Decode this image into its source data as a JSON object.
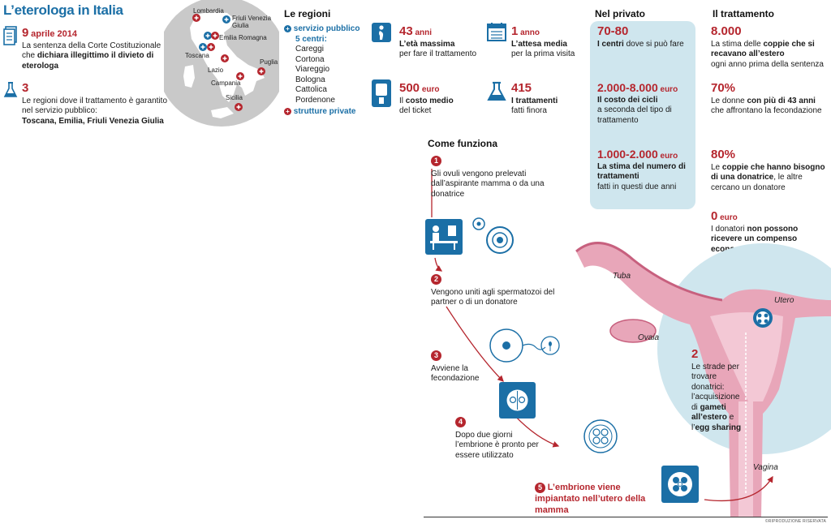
{
  "title": "L’eterologa in Italia",
  "left": {
    "date_big": "9",
    "date_rest": "aprile 2014",
    "sentence_pre": "La sentenza della Corte Costituzionale che ",
    "sentence_bold": "dichiara illegittimo il divieto di eterologa",
    "regions_num": "3",
    "regions_text": "Le regioni dove il trattamento è garantito nel servizio pubblico:",
    "regions_bold": "Toscana, Emilia, Friuli Venezia Giulia"
  },
  "map": {
    "labels": [
      "Lombardia",
      "Friuli Venezia Giulia",
      "Emilia Romagna",
      "Toscana",
      "Lazio",
      "Puglia",
      "Campania",
      "Sicilia"
    ]
  },
  "regioni": {
    "heading": "Le regioni",
    "public_label": "servizio pubblico",
    "centers_label": "5 centri:",
    "centers": [
      "Careggi",
      "Cortona",
      "Viareggio",
      "Bologna",
      "Cattolica",
      "Pordenone"
    ],
    "private_label": "strutture private"
  },
  "stats": {
    "age_num": "43",
    "age_unit": "anni",
    "age_label": "L’età massima",
    "age_text": "per fare il trattamento",
    "wait_num": "1",
    "wait_unit": "anno",
    "wait_label": "L’attesa media",
    "wait_text": "per la prima visita",
    "cost_num": "500",
    "cost_unit": "euro",
    "cost_text1": "Il ",
    "cost_bold": "costo medio",
    "cost_text2": "del ticket",
    "treat_num": "415",
    "treat_label": "I trattamenti",
    "treat_text": "fatti finora"
  },
  "privato": {
    "heading": "Nel privato",
    "centers_num": "70-80",
    "centers_label": "I centri",
    "centers_text": "dove si può fare",
    "cost_num": "2.000-8.000",
    "cost_unit": "euro",
    "cost_label": "Il costo dei cicli",
    "cost_text": "a seconda del tipo di trattamento",
    "est_num": "1.000-2.000",
    "est_unit": "euro",
    "est_pre": "La ",
    "est_bold": "stima del numero di trattamenti",
    "est_text": "fatti in questi due anni"
  },
  "trattamento": {
    "heading": "Il trattamento",
    "s1_num": "8.000",
    "s1_pre": "La stima delle ",
    "s1_bold": "coppie che si recavano all’estero",
    "s1_text": "ogni anno prima della sentenza",
    "s2_num": "70%",
    "s2_pre": "Le donne ",
    "s2_bold": "con più di 43 anni",
    "s2_text": "che affrontano la fecondazione",
    "s3_num": "80%",
    "s3_pre": "Le ",
    "s3_bold": "coppie che hanno bisogno di una donatrice",
    "s3_text": ", le altre cercano un donatore",
    "s4_num": "0",
    "s4_unit": "euro",
    "s4_pre": "I donatori ",
    "s4_bold": "non possono ricevere un compenso economico"
  },
  "come": {
    "heading": "Come funziona",
    "step1_num": "1",
    "step1_text": "Gli ovuli vengono prelevati dall’aspirante mamma o da una donatrice",
    "step2_num": "2",
    "step2_text": "Vengono uniti agli spermatozoi del partner o di un donatore",
    "step3_num": "3",
    "step3_text": "Avviene la fecondazione",
    "step4_num": "4",
    "step4_text": "Dopo due giorni l’embrione è pronto per essere utilizzato",
    "step5_num": "5",
    "step5_text": "L’embrione viene impiantato nell’utero della mamma"
  },
  "anatomy": {
    "tuba": "Tuba",
    "utero": "Utero",
    "ovaia": "Ovaia",
    "vagina": "Vagina",
    "strade_num": "2",
    "strade_pre": "Le strade per trovare donatrici: l’acquisizione di ",
    "strade_bold1": "gameti all’estero",
    "strade_mid": " e l’",
    "strade_bold2": "egg sharing"
  },
  "footer": "©RIPRODUZIONE RISERVATA",
  "colors": {
    "accent_red": "#b5262e",
    "accent_blue": "#1b6fa6",
    "privato_bg": "#cfe6ee",
    "uterus_pink": "#e8a6b9"
  }
}
